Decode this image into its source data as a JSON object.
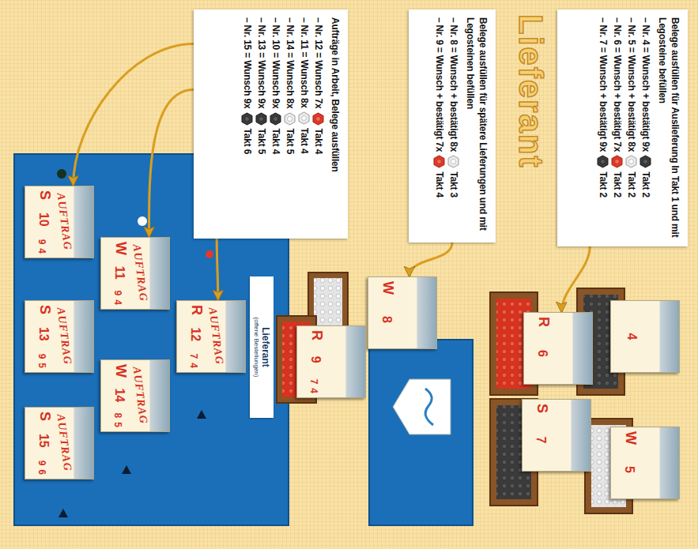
{
  "diagram": {
    "title": "Lieferant",
    "nodes": [
      {
        "text": [
          "Belege ausfüllen für Auslieferung In Takt 1 und mit Legosteine befüllen",
          "– Nr. 4 = Wunsch + bestätigt 9x",
          "Takt 2",
          "– Nr. 5 = Wunsch + bestätigt 8x",
          "Takt 2",
          "– Nr. 6 = Wunsch + bestätigt 7x",
          "Takt 2",
          "– Nr. 7 = Wunsch + bestätigt 9x",
          "Takt 2"
        ]
      },
      {
        "text": [
          "Belege ausfüllen für spätere Lieferungen und mit Legosteinen befüllen",
          "– Nr. 8 = Wunsch + bestätigt 8x",
          "Takt 3",
          "– Nr. 9 = Wunsch + bestätigt 7x",
          "Takt 4"
        ]
      },
      {
        "text": [
          "Aufträge in Arbeit, Belege ausfüllen",
          "– Nr. 12 = Wunsch 7x",
          "Takt 4",
          "– Nr. 11 = Wunsch 8x",
          "Takt 4",
          "– Nr. 14 = Wunsch 8x",
          "Takt 5",
          "– Nr. 10 = Wunsch 9x",
          "Takt 4",
          "– Nr. 13 = Wunsch 9x",
          "Takt 5",
          "– Nr. 15 = Wunsch 9x",
          "Takt 6"
        ]
      },
      {
        "text": [
          "4"
        ]
      },
      {
        "text": [
          "W",
          "5"
        ]
      },
      {
        "text": [
          "R",
          "6"
        ]
      },
      {
        "text": [
          "S",
          "7"
        ]
      },
      {
        "text": [
          "W",
          "8"
        ]
      },
      {
        "text": [
          "R",
          "9",
          "7",
          "4"
        ]
      },
      {
        "text": [
          "Lieferant",
          "(offene Bestellungen)"
        ]
      },
      {
        "text": [
          "R",
          "AUFTRAG",
          "12",
          "7",
          "4"
        ]
      },
      {
        "text": [
          "W",
          "AUFTRAG",
          "11",
          "9",
          "4"
        ]
      },
      {
        "text": [
          "W",
          "AUFTRAG",
          "14",
          "8",
          "5"
        ]
      },
      {
        "text": [
          "S",
          "AUFTRAG",
          "10",
          "9",
          "4"
        ]
      },
      {
        "text": [
          "S",
          "AUFTRAG",
          "13",
          "9",
          "5"
        ]
      },
      {
        "text": [
          "S",
          "AUFTRAG",
          "15",
          "9",
          "6"
        ]
      }
    ],
    "edges": [
      {
        "from": 2,
        "to": 13,
        "arrow": "to"
      },
      {
        "from": 2,
        "to": 11,
        "arrow": "to"
      },
      {
        "from": 2,
        "to": 10,
        "arrow": "to"
      },
      {
        "from": 1,
        "to": 7,
        "arrow": "to"
      },
      {
        "from": 0,
        "to": 5,
        "arrow": "to"
      }
    ]
  }
}
